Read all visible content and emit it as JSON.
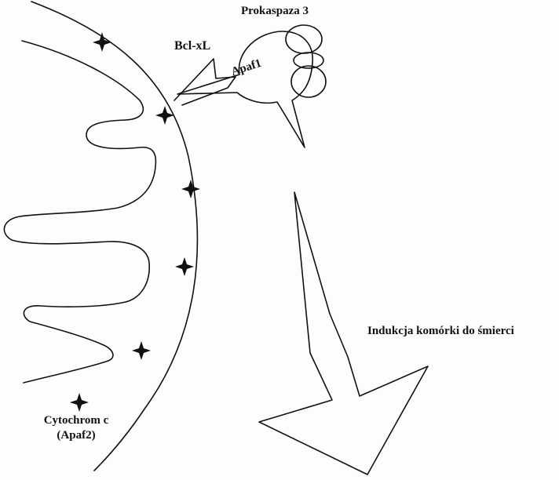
{
  "labels": {
    "prokaspaza": "Prokaspaza 3",
    "bcl_xl": "Bcl-xL",
    "apaf1": "Apaf1",
    "indukcja": "Indukcja komórki do śmierci",
    "cytochrom_line1": "Cytochrom c",
    "cytochrom_line2": "(Apaf2)"
  },
  "icons": {
    "cytochrome_marker": "four-point-star-icon",
    "arrow": "large-downward-arrow-icon"
  },
  "colors": {
    "stroke": "#111111",
    "background": "#fdfdfd"
  }
}
